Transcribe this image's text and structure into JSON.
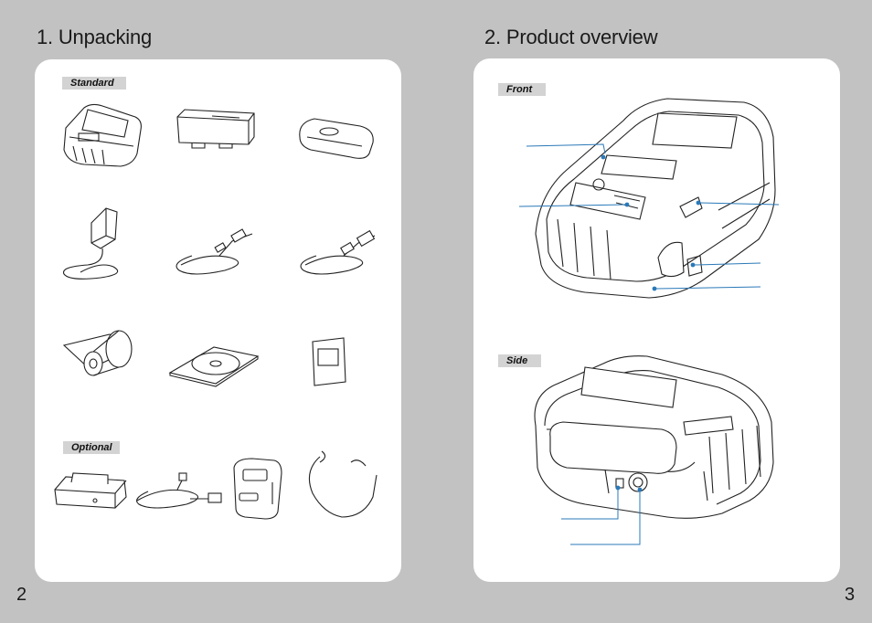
{
  "left_page": {
    "title": "1. Unpacking",
    "standard_label": "Standard",
    "optional_label": "Optional",
    "page_number": "2"
  },
  "right_page": {
    "title": "2. Product overview",
    "front_label": "Front",
    "side_label": "Side",
    "page_number": "3"
  },
  "colors": {
    "background": "#c2c2c2",
    "panel": "#ffffff",
    "tag": "#d3d3d3",
    "callout": "#2a79b8"
  }
}
